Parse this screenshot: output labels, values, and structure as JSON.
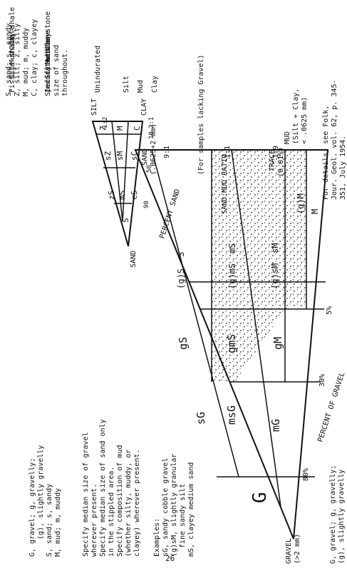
{
  "page_number": "26",
  "main_triangle": {
    "apex_gravel": [
      "GRAVEL",
      "(>2 mm)"
    ],
    "corner_sand": [
      "SAND",
      "(.0625+2 mm)"
    ],
    "corner_mud": [
      "MUD",
      "(Silt + Clay,",
      "< .0625 mm)"
    ],
    "trace_label": [
      "TRACE",
      "(0.01%)"
    ],
    "axis_left": "PERCENT OF GRAVEL",
    "axis_bottom": "SAND:MUD RATIO",
    "tick_80": "80%",
    "tick_30": "30%",
    "tick_5": "5%",
    "ratio_19": "1:9",
    "ratio_11": "1:1",
    "ratio_91": "9:1",
    "fields": {
      "G": "G",
      "sG": "sG",
      "msG": "msG",
      "mG": "mG",
      "gS": "gS",
      "gmS": "gmS",
      "gM": "gM",
      "gsM": "(g)sM",
      "gmS2": "(g)mS",
      "gS2": "(g)S",
      "sM": "sM",
      "mS": "mS",
      "S": "S",
      "gM2": "(g)M",
      "M": "M"
    }
  },
  "small_triangle": {
    "sand": "SAND",
    "silt": "SILT",
    "clay": "CLAY",
    "axis": "PERCENT SAND",
    "tick_90": "90",
    "tick_50": "50",
    "tick_10": "10",
    "ratio_21": "2:1",
    "ratio_12": "1:2",
    "fields": [
      "S",
      "cS",
      "mS",
      "zS",
      "sC",
      "sM",
      "sZ",
      "C",
      "M",
      "Z"
    ]
  },
  "notes_legend_sand": [
    "S, sand; s, sandy",
    "Z, silt; z, silty",
    "M, mud; m, muddy",
    "C, clay; c, clayey"
  ],
  "notes_specify_sand": [
    "Specify median",
    "size of sand",
    "throughout."
  ],
  "lacking_gravel_title": "(For samples lacking Gravel)",
  "lacking_table": [
    [
      "Unindurated",
      "Indurated",
      "Fissile"
    ],
    [
      "Silt",
      "Siltstone",
      "Silt-shale"
    ],
    [
      "Mud",
      "Mudstone",
      "Mud-shale"
    ],
    [
      "Clay",
      "Claystone",
      "Clay-shale"
    ]
  ],
  "details": [
    "For details, see Folk,",
    "Jour. Geol. vol. 62, p. 345-",
    "351, July 1954."
  ],
  "legend_gravel": [
    "G, gravel; g, gravelly;",
    "(g), slightly gravelly",
    "S, sand; s, sandy",
    "M, mud; m, muddy"
  ],
  "specify": [
    "Specify median size of gravel",
    "wherever present.",
    "Specify median size of sand only",
    "in the stippled area.",
    "Specify composition of mud",
    "(whether silty, muddy, or",
    "clayey) wherever present."
  ],
  "examples": [
    "Examples:",
    "sG, sandy cobble gravel",
    "(g)sM, slightly granular",
    "  fine sandy silt",
    "mS, clayey medium sand"
  ]
}
